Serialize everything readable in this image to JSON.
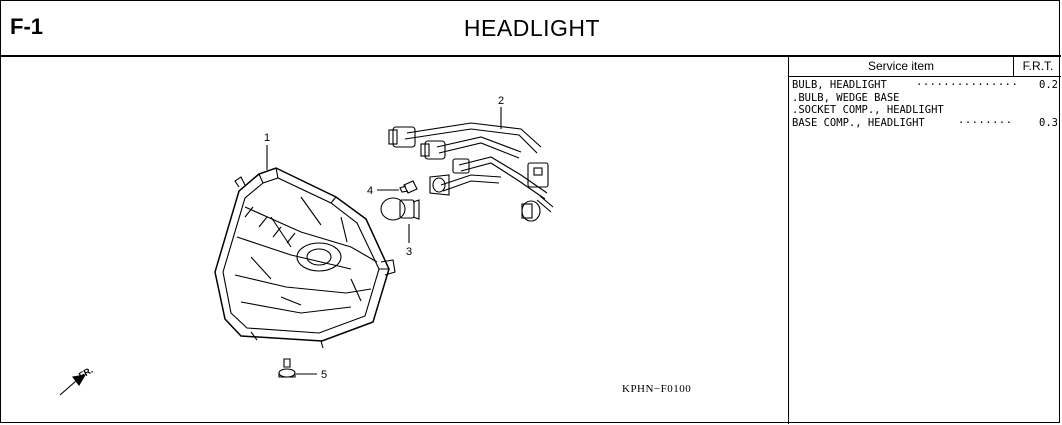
{
  "header": {
    "section_code": "F-1",
    "title": "HEADLIGHT"
  },
  "diagram": {
    "ref_code": "KPHN−F0100",
    "callouts": {
      "c1": "1",
      "c2": "2",
      "c3": "3",
      "c4": "4",
      "c5": "5"
    },
    "fr_label": "FR."
  },
  "service_table": {
    "header_item": "Service item",
    "header_frt": "F.R.T.",
    "rows": [
      {
        "item": "BULB, HEADLIGHT",
        "leader": "···············",
        "frt": "0.2"
      },
      {
        "item": ".BULB, WEDGE BASE",
        "leader": "",
        "frt": ""
      },
      {
        "item": ".SOCKET COMP., HEADLIGHT",
        "leader": "",
        "frt": ""
      },
      {
        "item": "BASE COMP., HEADLIGHT",
        "leader": "········",
        "frt": "0.3"
      }
    ]
  }
}
